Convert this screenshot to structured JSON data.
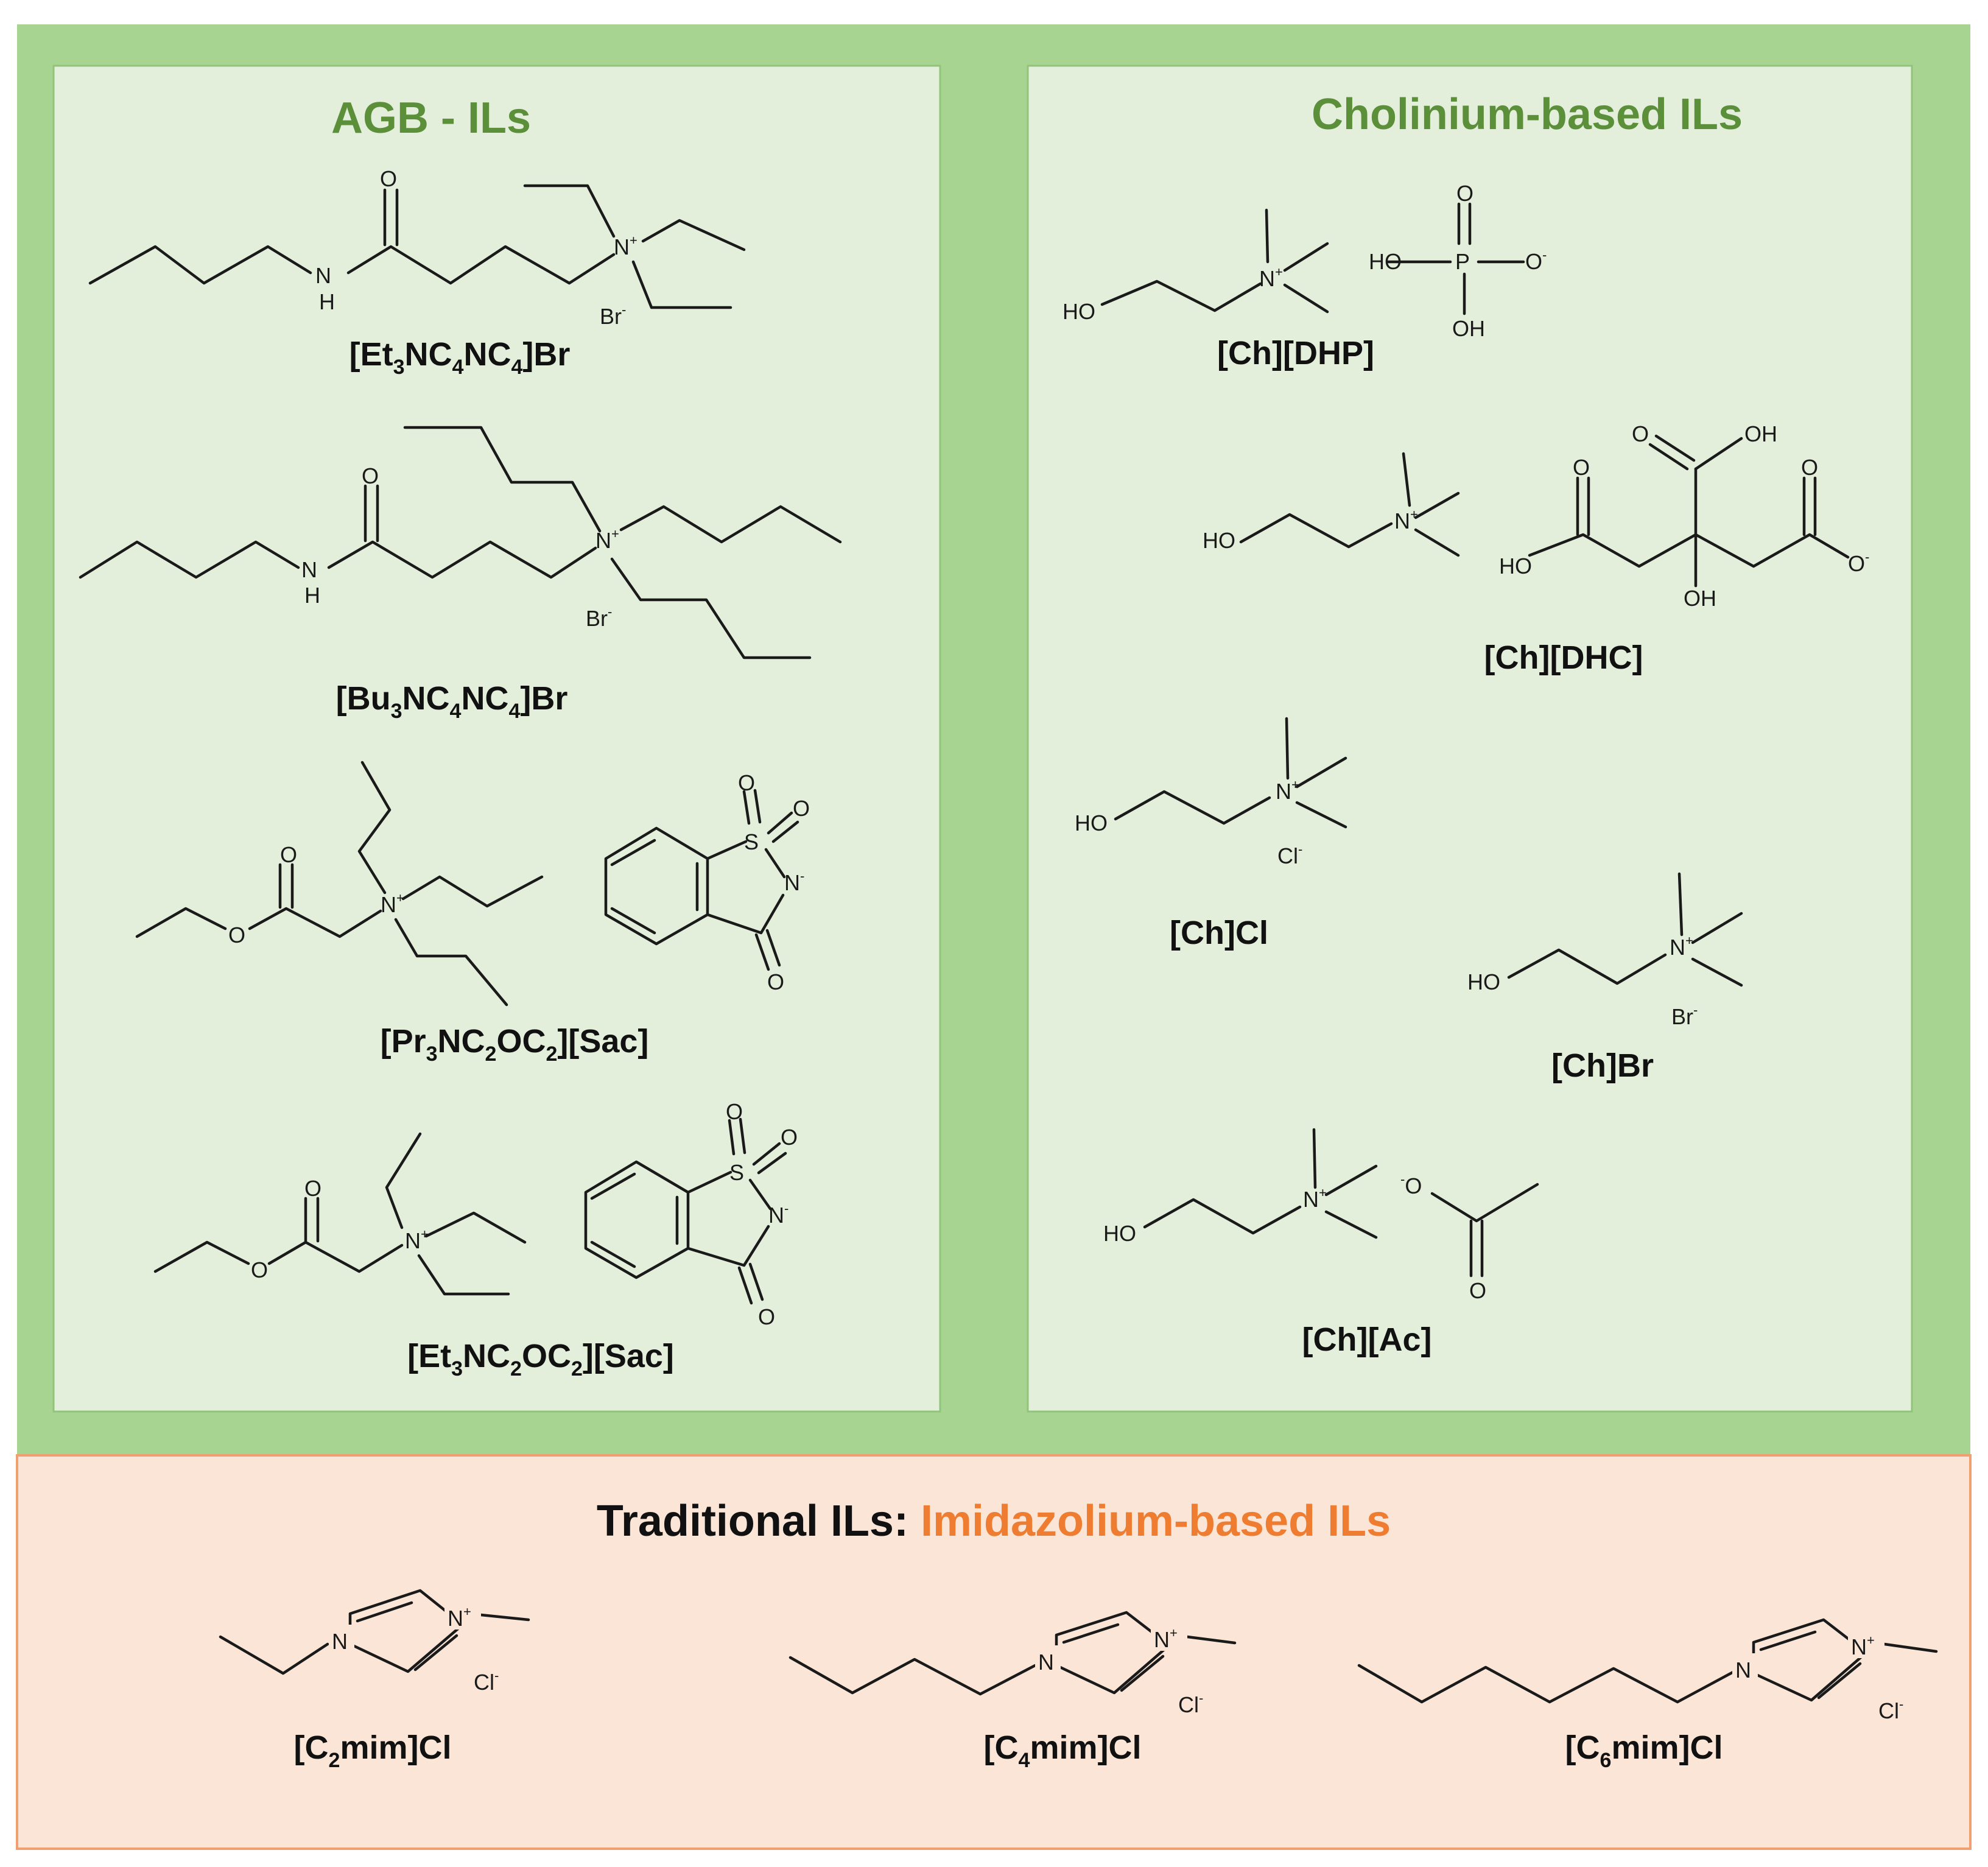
{
  "colors": {
    "outer_green": "#a8d492",
    "panel_green": "#e3efda",
    "panel_green_border": "#8fc47a",
    "title_green": "#5b8f3a",
    "bottom_bg": "#fbe5d6",
    "bottom_border": "#f0a070",
    "title_orange": "#ee7d31",
    "title_black": "#111111"
  },
  "panels": {
    "agb": {
      "title": "AGB - ILs"
    },
    "cholinium": {
      "title": "Cholinium-based ILs"
    },
    "traditional": {
      "title_prefix": "Traditional ILs:",
      "title_suffix": "Imidazolium-based ILs"
    }
  },
  "compounds": {
    "agb1": {
      "caption": [
        "[Et",
        "3",
        "NC",
        "4",
        "NC",
        "4",
        "]Br"
      ]
    },
    "agb2": {
      "caption": [
        "[Bu",
        "3",
        "NC",
        "4",
        "NC",
        "4",
        "]Br"
      ]
    },
    "agb3": {
      "caption": [
        "[Pr",
        "3",
        "NC",
        "2",
        "OC",
        "2",
        "][Sac]"
      ]
    },
    "agb4": {
      "caption": [
        "[Et",
        "3",
        "NC",
        "2",
        "OC",
        "2",
        "][Sac]"
      ]
    },
    "ch1": {
      "caption": "[Ch][DHP]"
    },
    "ch2": {
      "caption": "[Ch][DHC]"
    },
    "ch3": {
      "caption": "[Ch]Cl"
    },
    "ch4": {
      "caption": "[Ch]Br"
    },
    "ch5": {
      "caption": "[Ch][Ac]"
    },
    "im1": {
      "caption": [
        "[C",
        "2",
        "mim]Cl"
      ]
    },
    "im2": {
      "caption": [
        "[C",
        "4",
        "mim]Cl"
      ]
    },
    "im3": {
      "caption": [
        "[C",
        "6",
        "mim]Cl"
      ]
    }
  },
  "atoms": {
    "O": "O",
    "N": "N",
    "H": "H",
    "S": "S",
    "P": "P",
    "HO": "HO",
    "OH": "OH",
    "Br": "Br",
    "Cl": "Cl",
    "plus": "+",
    "minus": "-"
  }
}
